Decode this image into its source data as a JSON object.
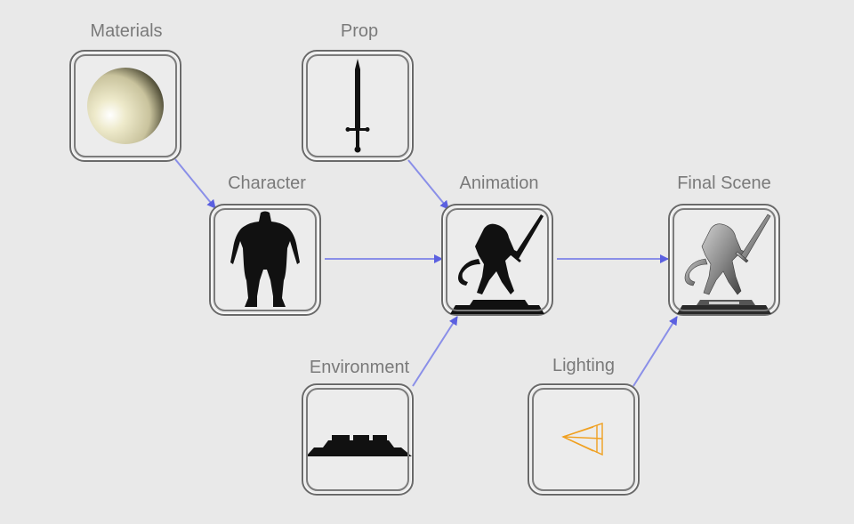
{
  "nodes": {
    "materials": {
      "label": "Materials",
      "icon": "sphere-icon"
    },
    "prop": {
      "label": "Prop",
      "icon": "sword-icon"
    },
    "character": {
      "label": "Character",
      "icon": "character-silhouette-icon"
    },
    "animation": {
      "label": "Animation",
      "icon": "animated-character-icon"
    },
    "final_scene": {
      "label": "Final Scene",
      "icon": "rendered-scene-icon"
    },
    "environment": {
      "label": "Environment",
      "icon": "platform-icon"
    },
    "lighting": {
      "label": "Lighting",
      "icon": "spotlight-icon"
    }
  },
  "colors": {
    "background": "#e9e9e9",
    "arrow": "#6a6fe0",
    "label": "#7a7a7a",
    "light": "#f0a020"
  }
}
